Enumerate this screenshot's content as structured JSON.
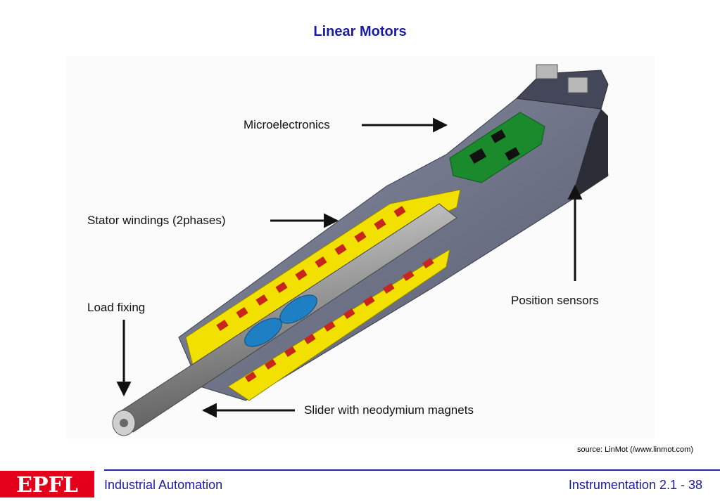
{
  "slide": {
    "title": "Linear Motors",
    "source": "source: LinMot (/www.linmot.com)"
  },
  "diagram": {
    "labels": {
      "microelectronics": "Microelectronics",
      "stator": "Stator  windings (2phases)",
      "load": "Load fixing",
      "position": "Position sensors",
      "slider": "Slider with neodymium magnets"
    }
  },
  "footer": {
    "left": "Industrial Automation",
    "right": "Instrumentation 2.1 - 38",
    "logo": "EPFL"
  },
  "colors": {
    "title": "#1a1aa6",
    "footer_text": "#1a1aa6",
    "footer_line": "#2323b0",
    "logo_bg": "#e4001b",
    "housing": "#6f7388",
    "liner": "#f2e100",
    "winding": "#c8261c",
    "magnet": "#1f7fc4",
    "pcb": "#1b8a2c"
  }
}
